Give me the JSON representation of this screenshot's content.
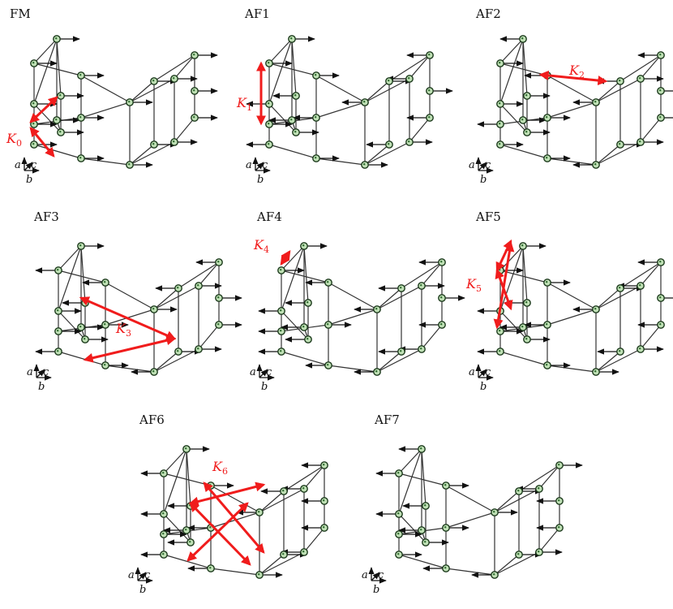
{
  "colors": {
    "k_arrow": "#f01c1c",
    "atom_fill": "#bfe0b5",
    "atom_stroke": "#1c3a1c",
    "edges": "#333333"
  },
  "axes": {
    "a": "a",
    "b": "b",
    "c": "c"
  },
  "panels": [
    {
      "title": "FM",
      "k_label": {
        "main": "K",
        "sub": "0"
      },
      "pattern": "FM"
    },
    {
      "title": "AF1",
      "k_label": {
        "main": "K",
        "sub": "1"
      },
      "pattern": "AF1"
    },
    {
      "title": "AF2",
      "k_label": {
        "main": "K",
        "sub": "2"
      },
      "pattern": "AF2"
    },
    {
      "title": "AF3",
      "k_label": {
        "main": "K",
        "sub": "3"
      },
      "pattern": "AF3"
    },
    {
      "title": "AF4",
      "k_label": {
        "main": "K",
        "sub": "4"
      },
      "pattern": "AF4"
    },
    {
      "title": "AF5",
      "k_label": {
        "main": "K",
        "sub": "5"
      },
      "pattern": "AF5"
    },
    {
      "title": "AF6",
      "k_label": {
        "main": "K",
        "sub": "6"
      },
      "pattern": "AF6"
    },
    {
      "title": "AF7",
      "k_label": null,
      "pattern": "AF7"
    }
  ]
}
